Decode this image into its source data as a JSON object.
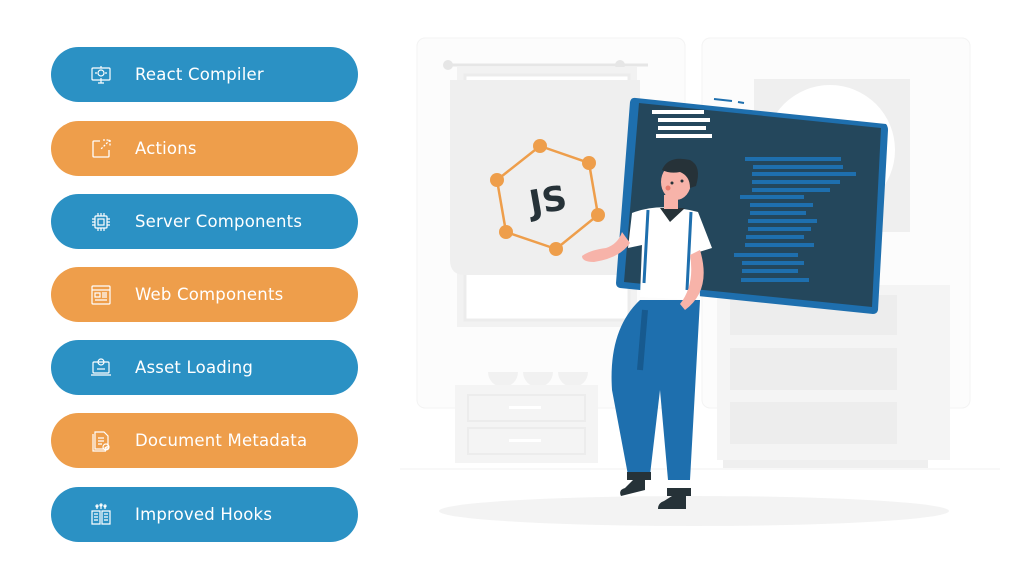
{
  "features": {
    "items": [
      {
        "label": "React Compiler",
        "icon": "monitor-gear-icon",
        "color": "#2b91c4"
      },
      {
        "label": "Actions",
        "icon": "external-link-icon",
        "color": "#ee9e4b"
      },
      {
        "label": "Server Components",
        "icon": "cpu-chip-icon",
        "color": "#2b91c4"
      },
      {
        "label": "Web Components",
        "icon": "browser-window-icon",
        "color": "#ee9e4b"
      },
      {
        "label": "Asset Loading",
        "icon": "laptop-upload-icon",
        "color": "#2b91c4"
      },
      {
        "label": "Document Metadata",
        "icon": "document-check-icon",
        "color": "#ee9e4b"
      },
      {
        "label": "Improved Hooks",
        "icon": "open-book-icon",
        "color": "#2b91c4"
      }
    ]
  },
  "illustration": {
    "badge_text": "JS",
    "colors": {
      "blue": "#2b91c4",
      "orange": "#ee9e4b",
      "navy": "#24475c",
      "code_blue": "#1e6fae",
      "dark": "#263238",
      "skin": "#f7b3a9",
      "bg_gray": "#efefef"
    }
  }
}
